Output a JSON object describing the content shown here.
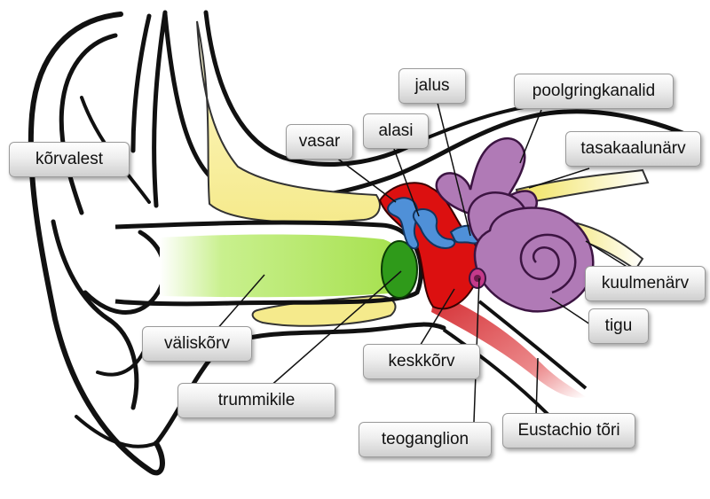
{
  "labels": {
    "korvalest": "kõrvalest",
    "valiskorv": "väliskõrv",
    "trummikile": "trummikile",
    "vasar": "vasar",
    "alasi": "alasi",
    "jalus": "jalus",
    "poolgringkanalid": "poolgringkanalid",
    "tasakaalunarv": "tasakaalunärv",
    "kuulmenarv": "kuulmenärv",
    "tigu": "tigu",
    "keskkorv": "keskkõrv",
    "eustachio": "Eustachio tõri",
    "teoganglion": "teoganglion"
  },
  "colors": {
    "outer_canal": "#a4e04a",
    "eardrum": "#2f9a1a",
    "bone_yellow": "#f7ec95",
    "middle_ear": "#dc1010",
    "ossicles": "#4f90d8",
    "cochlea": "#b07ab6",
    "nerve": "#f1e25a",
    "eustachian": "#e2555a"
  }
}
